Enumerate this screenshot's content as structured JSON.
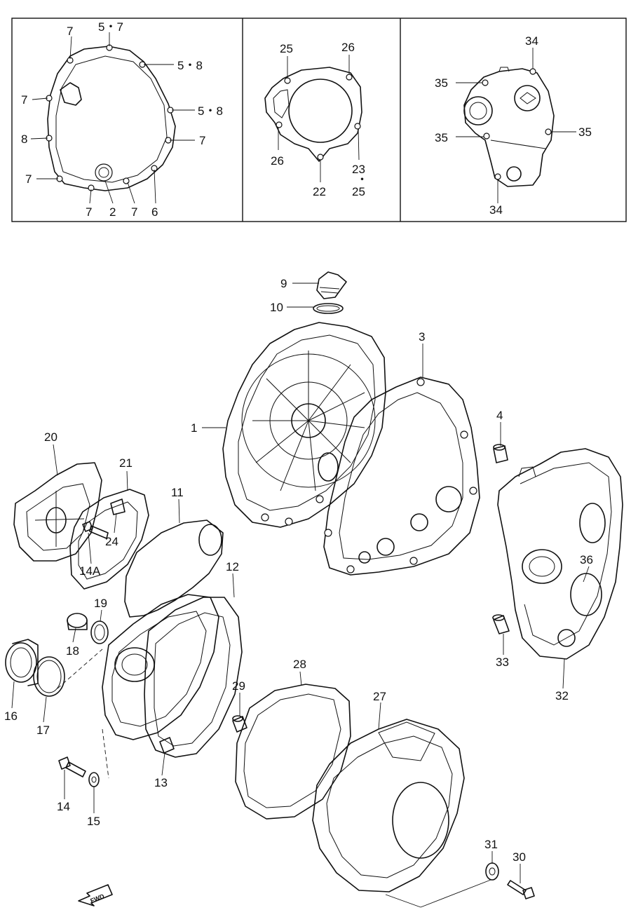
{
  "colors": {
    "line": "#111111",
    "background": "#ffffff"
  },
  "inset_panels": {
    "panel_left": {
      "labels": [
        "7",
        "5・7",
        "5・8",
        "7",
        "5・8",
        "8",
        "7",
        "7",
        "7",
        "2",
        "7",
        "6"
      ]
    },
    "panel_middle": {
      "labels": [
        "25",
        "26",
        "26",
        "23",
        "・",
        "25",
        "22"
      ]
    },
    "panel_right": {
      "labels": [
        "34",
        "35",
        "35",
        "35",
        "34"
      ]
    }
  },
  "main_labels": [
    "9",
    "10",
    "3",
    "1",
    "4",
    "20",
    "21",
    "11",
    "24",
    "14A",
    "36",
    "12",
    "19",
    "18",
    "33",
    "28",
    "27",
    "16",
    "17",
    "29",
    "32",
    "13",
    "14",
    "15",
    "31",
    "30"
  ],
  "fwd_arrow": {
    "icon": "fwd-arrow-icon",
    "text": "FWD"
  }
}
